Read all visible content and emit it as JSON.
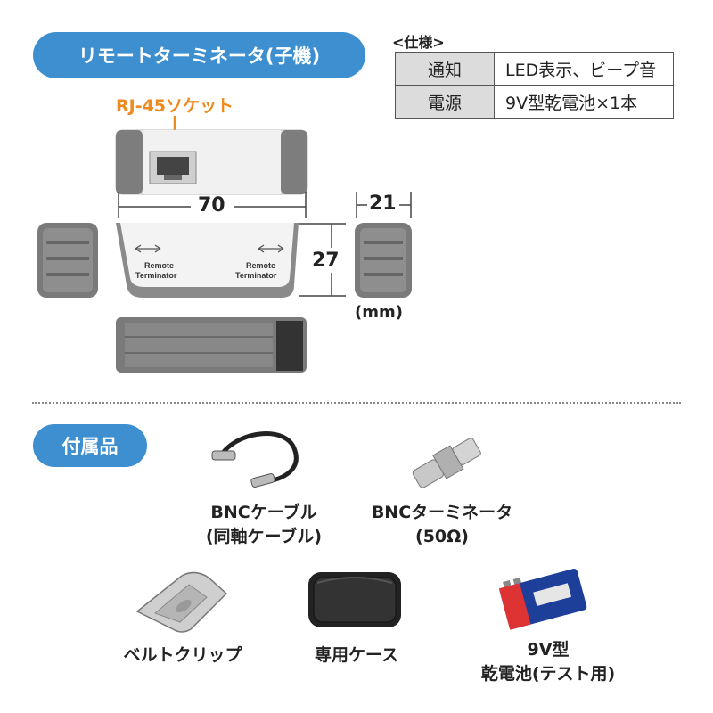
{
  "header": {
    "title": "リモートターミネータ(子機)"
  },
  "spec": {
    "heading": "<仕様>",
    "rows": [
      {
        "key": "通知",
        "value": "LED表示、ビープ音"
      },
      {
        "key": "電源",
        "value": "9V型乾電池×1本"
      }
    ]
  },
  "callout": {
    "label": "RJ-45ソケット"
  },
  "dimensions": {
    "width": "70",
    "depth": "21",
    "height": "27",
    "unit": "(mm)"
  },
  "device": {
    "label_left": "Remote\nTerminator",
    "label_right": "Remote\nTerminator",
    "label_left_1": "Remote",
    "label_left_2": "Terminator",
    "label_right_1": "Remote",
    "label_right_2": "Terminator"
  },
  "accessories": {
    "title": "付属品",
    "items": [
      {
        "line1": "BNCケーブル",
        "line2": "(同軸ケーブル)"
      },
      {
        "line1": "BNCターミネータ",
        "line2": "(50Ω)"
      },
      {
        "line1": "ベルトクリップ",
        "line2": ""
      },
      {
        "line1": "専用ケース",
        "line2": ""
      },
      {
        "line1": "9V型",
        "line2": "乾電池(テスト用)"
      }
    ]
  },
  "colors": {
    "accent": "#3d8fd0",
    "callout": "#ef8a1f",
    "device_gray": "#8a8a8a"
  }
}
